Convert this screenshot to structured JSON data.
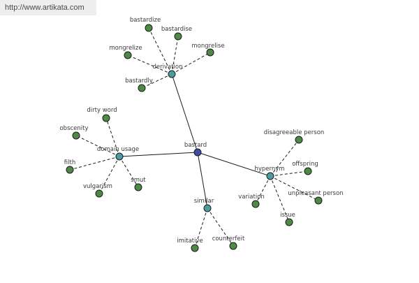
{
  "source_url": "http://www.artikata.com",
  "colors": {
    "root_node": "#3f4ea0",
    "category_node": "#4e9aa0",
    "leaf_node": "#4e8a46",
    "edge": "#1a1a1a",
    "banner_bg": "#eeeeee"
  },
  "graph": {
    "root": {
      "id": "bastard",
      "label": "bastard"
    },
    "categories": [
      {
        "id": "derivation",
        "label": "derivation",
        "terms": [
          {
            "id": "bastardize",
            "label": "bastardize"
          },
          {
            "id": "bastardise",
            "label": "bastardise"
          },
          {
            "id": "mongrelize",
            "label": "mongrelize"
          },
          {
            "id": "mongrelise",
            "label": "mongrelise"
          },
          {
            "id": "bastardly",
            "label": "bastardly"
          }
        ]
      },
      {
        "id": "domain-usage",
        "label": "domain usage",
        "terms": [
          {
            "id": "dirty-word",
            "label": "dirty word"
          },
          {
            "id": "obscenity",
            "label": "obscenity"
          },
          {
            "id": "filth",
            "label": "filth"
          },
          {
            "id": "vulgarism",
            "label": "vulgarism"
          },
          {
            "id": "smut",
            "label": "smut"
          }
        ]
      },
      {
        "id": "hypernym",
        "label": "hypernym",
        "terms": [
          {
            "id": "disagreeable-person",
            "label": "disagreeable person"
          },
          {
            "id": "offspring",
            "label": "offspring"
          },
          {
            "id": "variation",
            "label": "variation"
          },
          {
            "id": "unpleasant-person",
            "label": "unpleasant person"
          },
          {
            "id": "issue",
            "label": "issue"
          }
        ]
      },
      {
        "id": "similar",
        "label": "similar",
        "terms": [
          {
            "id": "imitative",
            "label": "imitative"
          },
          {
            "id": "counterfeit",
            "label": "counterfeit"
          }
        ]
      }
    ]
  }
}
